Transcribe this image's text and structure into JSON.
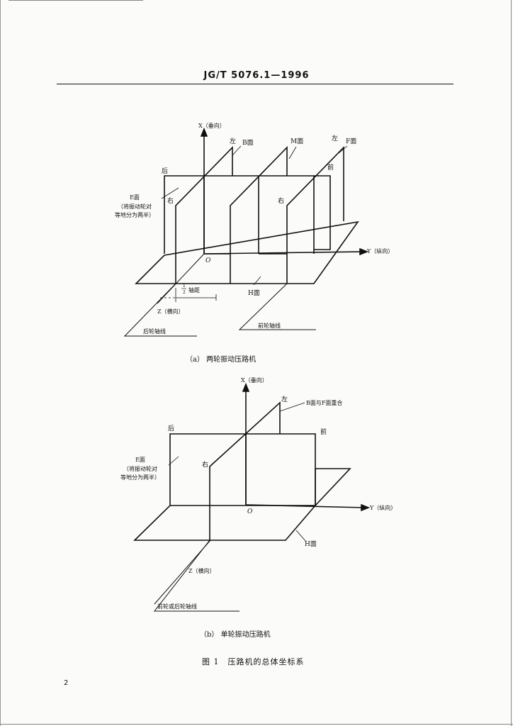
{
  "header": {
    "standard_no": "JG/T 5076.1—1996"
  },
  "figure_a": {
    "x_axis": "X（垂向）",
    "y_axis": "Y（纵向）",
    "z_axis": "Z（横向）",
    "origin": "O",
    "left_1": "左",
    "b_face": "B面",
    "m_face": "M面",
    "left_2": "左",
    "f_face": "F面",
    "rear": "后",
    "front": "前",
    "right_1": "右",
    "right_2": "右",
    "e_face_1": "E面",
    "e_face_2": "（将振动轮对",
    "e_face_3": "等地分为两半）",
    "half_wheelbase": "轴距",
    "half_num": "1",
    "half_den": "2",
    "h_face": "H面",
    "rear_axle": "后轮轴线",
    "front_axle": "前轮轴线",
    "caption": "（a） 两轮振动压路机"
  },
  "figure_b": {
    "x_axis": "X（垂向）",
    "y_axis": "Y（纵向）",
    "z_axis": "Z（横向）",
    "origin": "O",
    "left": "左",
    "bf_face": "B面与F面重合",
    "rear": "后",
    "front": "前",
    "right": "右",
    "e_face_1": "E面",
    "e_face_2": "（将振动轮对",
    "e_face_3": "等地分为两半）",
    "h_face": "H面",
    "axle": "前轮或后轮轴线",
    "caption": "（b） 单轮振动压路机"
  },
  "figure_title": "图 1　压路机的总体坐标系",
  "page_number": "2"
}
